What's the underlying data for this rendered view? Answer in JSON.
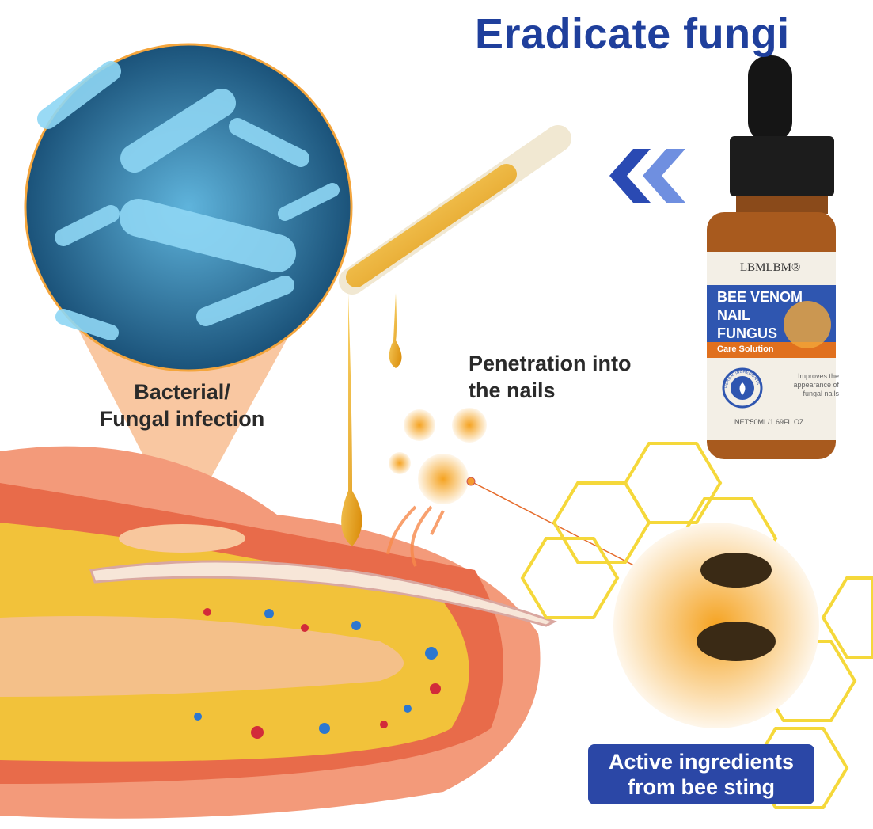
{
  "headline": "Eradicate fungi",
  "callouts": {
    "bacterial_line1": "Bacterial/",
    "bacterial_line2": "Fungal infection",
    "penetration_line1": "Penetration into",
    "penetration_line2": "the nails",
    "active_line1": "Active ingredients",
    "active_line2": "from bee sting"
  },
  "bottle": {
    "brand": "LBMLBM®",
    "name_line1": "BEE VENOM",
    "name_line2": "NAIL",
    "name_line3": "FUNGUS",
    "subtitle": "Care Solution",
    "badge": "HERBAL INGREDIENTS",
    "claim_line1": "Improves the",
    "claim_line2": "appearance of",
    "claim_line3": "fungal nails",
    "net": "NET:50ML/1.69FL.OZ"
  },
  "colors": {
    "headline": "#1f3f9c",
    "label_blue": "#2f56b0",
    "label_orange": "#e0701e",
    "oil": "#e8a10e"
  }
}
